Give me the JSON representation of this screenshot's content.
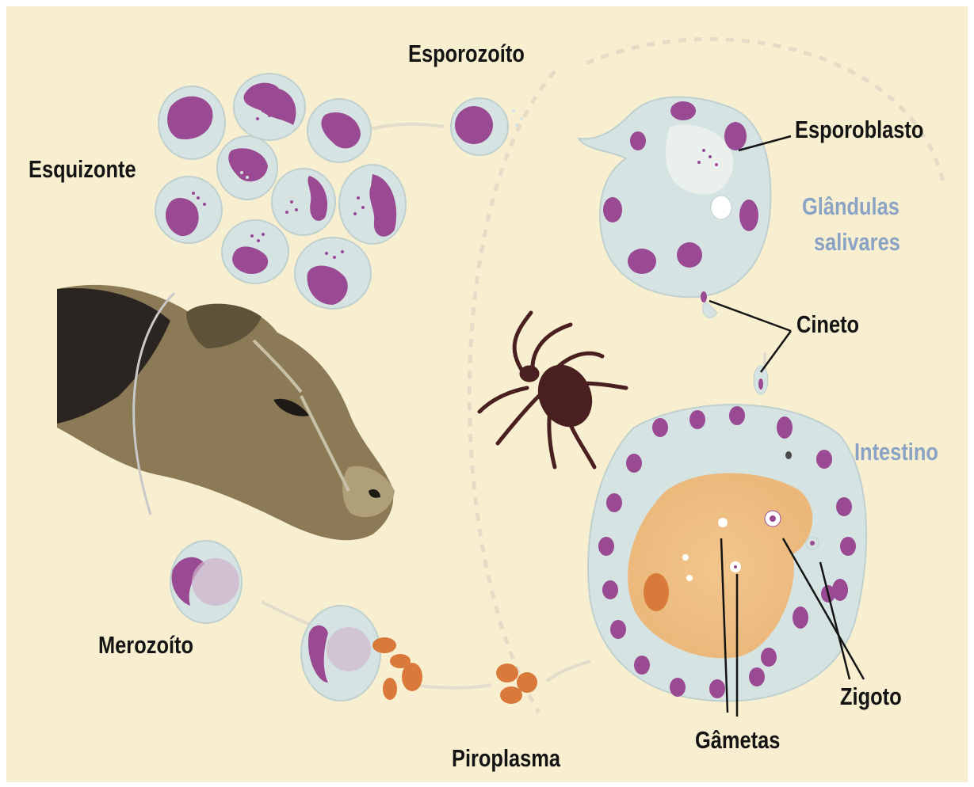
{
  "labels": {
    "esporozoito": "Esporozoíto",
    "esporoblasto": "Esporoblasto",
    "esquizonte": "Esquizonte",
    "glandulas_1": "Glândulas",
    "glandulas_2": "salivares",
    "cineto": "Cineto",
    "intestino": "Intestino",
    "merozoito": "Merozoíto",
    "piroplasma": "Piroplasma",
    "gametas": "Gâmetas",
    "zigoto": "Zigoto"
  },
  "colors": {
    "background": "#f8efd0",
    "cell": "#d5e4e2",
    "nucleus": "#9a4a93",
    "piroplasma": "#d97a3a",
    "label_dark": "#141414",
    "label_blue": "#8aa3c4",
    "tick": "#4a1f1f"
  }
}
